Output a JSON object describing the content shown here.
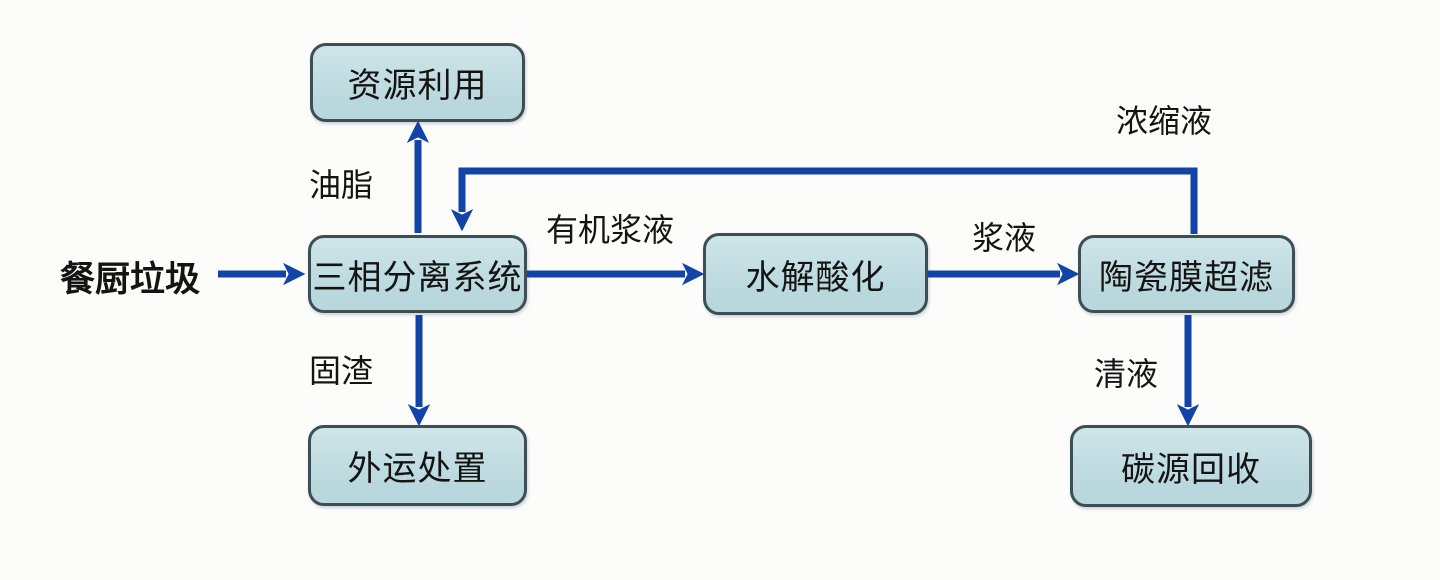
{
  "diagram": {
    "source": {
      "label": "餐厨垃圾"
    },
    "nodes": [
      {
        "id": "resource-utilization",
        "label": "资源利用"
      },
      {
        "id": "three-phase-separation-system",
        "label": "三相分离系统"
      },
      {
        "id": "hydrolysis-acidification",
        "label": "水解酸化"
      },
      {
        "id": "ceramic-membrane-ultrafiltration",
        "label": "陶瓷膜超滤"
      },
      {
        "id": "outbound-disposal",
        "label": "外运处置"
      },
      {
        "id": "carbon-source-recovery",
        "label": "碳源回收"
      }
    ],
    "edges": [
      {
        "from": "餐厨垃圾",
        "to": "三相分离系统",
        "label": ""
      },
      {
        "from": "三相分离系统",
        "to": "资源利用",
        "label": "油脂"
      },
      {
        "from": "三相分离系统",
        "to": "外运处置",
        "label": "固渣"
      },
      {
        "from": "三相分离系统",
        "to": "水解酸化",
        "label": "有机浆液"
      },
      {
        "from": "水解酸化",
        "to": "陶瓷膜超滤",
        "label": "浆液"
      },
      {
        "from": "陶瓷膜超滤",
        "to": "三相分离系统",
        "label": "浓缩液"
      },
      {
        "from": "陶瓷膜超滤",
        "to": "碳源回收",
        "label": "清液"
      }
    ],
    "colors": {
      "arrow": "#1243a8",
      "box_fill": "#b9d8dd",
      "box_fill_light": "#cfe5e9",
      "box_border": "#3d4e55",
      "text": "#141414",
      "background": "#fcfcfb"
    }
  }
}
